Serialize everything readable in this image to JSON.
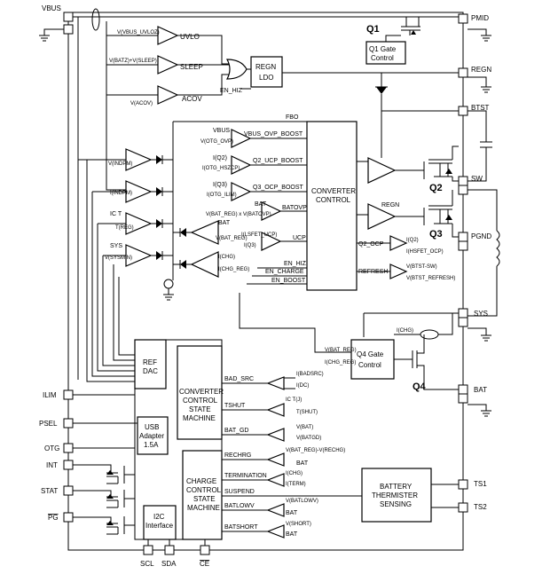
{
  "pins": {
    "vbus": "VBUS",
    "pmid": "PMID",
    "regn": "REGN",
    "btst": "BTST",
    "sw": "SW",
    "pgnd": "PGND",
    "sys": "SYS",
    "bat": "BAT",
    "ts1": "TS1",
    "ts2": "TS2",
    "ilim": "ILIM",
    "psel": "PSEL",
    "otg": "OTG",
    "int": "INT",
    "stat": "STAT",
    "pg": "PG",
    "scl": "SCL",
    "sda": "SDA",
    "ce": "CE"
  },
  "blocks": {
    "q1_gate": [
      "Q1 Gate",
      "Control"
    ],
    "regn_ldo": [
      "REGN",
      "LDO"
    ],
    "converter_control": [
      "CONVERTER",
      "CONTROL"
    ],
    "q4_gate": [
      "Q4 Gate",
      "Control"
    ],
    "ref_dac": [
      "REF",
      "DAC"
    ],
    "converter_sm": [
      "CONVERTER",
      "CONTROL",
      "STATE",
      "MACHINE"
    ],
    "usb_adapter": [
      "USB",
      "Adapter",
      "1.5A"
    ],
    "charge_sm": [
      "CHARGE",
      "CONTROL",
      "STATE",
      "MACHINE"
    ],
    "i2c": [
      "I2C",
      "Interface"
    ],
    "thermistor": [
      "BATTERY",
      "THERMISTER",
      "SENSING"
    ]
  },
  "transistors": {
    "q1": "Q1",
    "q2": "Q2",
    "q3": "Q3",
    "q4": "Q4"
  },
  "top_comparators": {
    "uvlo": "UVLO",
    "sleep": "SLEEP",
    "acov": "ACOV",
    "vbus_uvloz": "V(VBUS_UVLOZ)",
    "vbatz_sleep": "V(BATZ)+V(SLEEP)",
    "vacov": "V(ACOV)",
    "en_hiz": "EN_HIZ"
  },
  "boost_signals": {
    "fbo": "FBO",
    "vbus": "VBUS",
    "votg_ovp": "V(OTG_OVP)",
    "vbus_ovp_boost": "VBUS_OVP_BOOST",
    "iq2": "I(Q2)",
    "iotg_hszcp": "I(OTG_HSZCP)",
    "q2_ucp_boost": "Q2_UCP_BOOST",
    "iq3": "I(Q3)",
    "iotg_ilim": "I(OTG_ILIM)",
    "q3_ocp_boost": "Q3_OCP_BOOST",
    "bat": "BAT",
    "batovp": "BATOVP",
    "vbat_reg_batovp": "V(BAT_REG) x V(BATOVP)",
    "ilsfet_ucp": "I(LSFET_UCP)",
    "iq3_ucp": "I(Q3)",
    "ucp": "UCP",
    "en_hiz": "EN_HIZ",
    "en_charge": "EN_CHARGE",
    "en_boost": "EN_BOOST",
    "regn": "REGN",
    "q2_ocp": "Q2_OCP",
    "iq2_ocp": "I(Q2)",
    "ihsfet_ocp": "I(HSFET_OCP)",
    "refresh": "REFRESH",
    "vbtst_sw": "V(BTST-SW)",
    "vbtst_refresh": "V(BTST_REFRESH)"
  },
  "loop_amps": {
    "vindpm": "V(INDPM)",
    "iindpm": "I(INDPM)",
    "ic_tj": "IC T",
    "treg": "T(REG)",
    "sys": "SYS",
    "vsysmin": "V(SYSMIN)",
    "bat": "BAT",
    "vbat_reg": "V(BAT_REG)",
    "ichg": "I(CHG)",
    "ichg_reg": "I(CHG_REG)"
  },
  "sm_signals": {
    "ichg": "I(CHG)",
    "vbat_reg": "V(BAT_REG)",
    "ichg_reg": "I(CHG_REG)",
    "bad_src": "BAD_SRC",
    "ibadsrc": "I(BADSRC)",
    "idc": "I(DC)",
    "tshut": "TSHUT",
    "ictj": "IC T(J)",
    "tshut_ref": "T(SHUT)",
    "bat_gd": "BAT_GD",
    "vbat": "V(BAT)",
    "vbatgd": "V(BATGD)",
    "rechrg": "RECHRG",
    "vbat_reg_rechg": "V(BAT_REG)-V(RECHG)",
    "bat1": "BAT",
    "termination": "TERMINATION",
    "ichg2": "I(CHG)",
    "iterm": "I(TERM)",
    "suspend": "SUSPEND",
    "batlowv": "BATLOWV",
    "batlowv_ref": "V(BATLOWV)",
    "bat2": "BAT",
    "batshort": "BATSHORT",
    "vshort": "V(SHORT)",
    "bat3": "BAT"
  }
}
